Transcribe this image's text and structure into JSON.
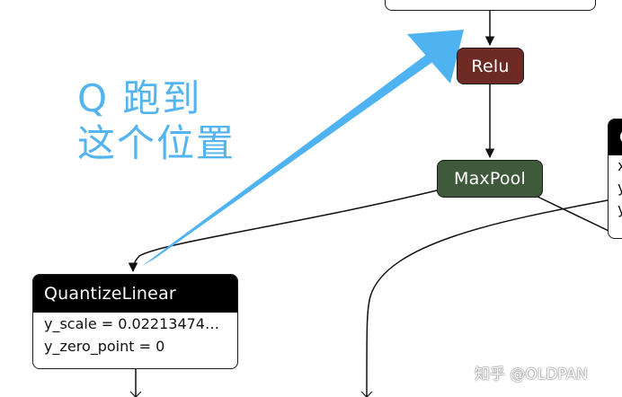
{
  "annotation": {
    "line1": "Q 跑到",
    "line2": "这个位置",
    "color": "#54b4ef"
  },
  "nodes": {
    "relu": {
      "label": "Relu",
      "color": "#6e2a24"
    },
    "maxpool": {
      "label": "MaxPool",
      "color": "#3f5a3a"
    },
    "quantize_linear": {
      "label": "QuantizeLinear",
      "attributes": [
        "y_scale = 0.02213474…",
        "y_zero_point = 0"
      ]
    },
    "right_partial": {
      "label": "Q",
      "attributes": [
        "x",
        "y",
        "y"
      ]
    }
  },
  "watermark": "知乎 @OLDPAN"
}
